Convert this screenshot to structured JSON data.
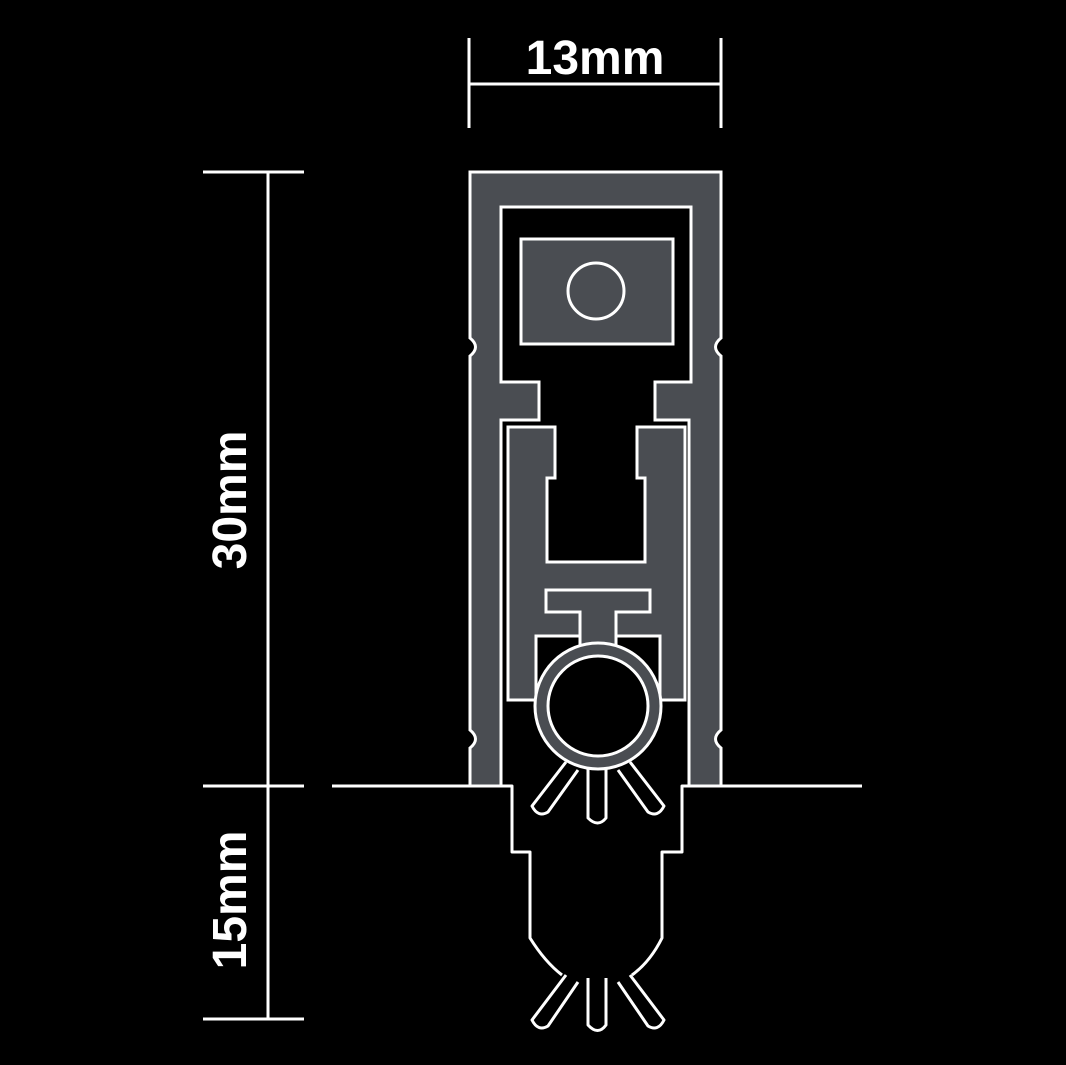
{
  "dimensions": {
    "width_label": "13mm",
    "height_label": "30mm",
    "drop_label": "15mm"
  },
  "colors": {
    "background": "#000000",
    "profile_fill": "#4a4d52",
    "outline": "#ffffff"
  }
}
